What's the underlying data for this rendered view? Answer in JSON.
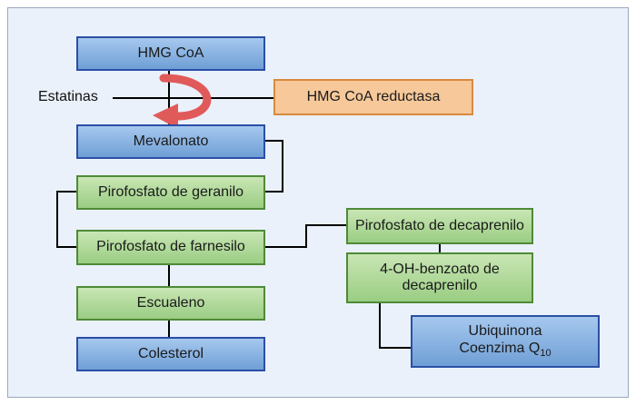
{
  "nodes": {
    "hmg_coa": "HMG CoA",
    "hmg_coa_reductasa": "HMG CoA reductasa",
    "estatinas": "Estatinas",
    "mevalonato": "Mevalonato",
    "pirofosfato_geranilo": "Pirofosfato de geranilo",
    "pirofosfato_farnesilo": "Pirofosfato de farnesilo",
    "escualeno": "Escualeno",
    "colesterol": "Colesterol",
    "pirofosfato_decaprenilo": "Pirofosfato de decaprenilo",
    "benzoato_line1": "4-OH-benzoato de",
    "benzoato_line2": "decaprenilo",
    "ubiquinona_line1": "Ubiquinona",
    "ubiquinona_line2": "Coenzima Q",
    "ubiquinona_subscript": "10"
  },
  "colors": {
    "blue_fill": "#8db6e6",
    "blue_border": "#2a4fa6",
    "green_fill": "#b3dc9c",
    "green_border": "#4f8a38",
    "orange_fill": "#f6c89a",
    "orange_border": "#d98a3c",
    "inhibition_arrow": "#e05a5a"
  }
}
